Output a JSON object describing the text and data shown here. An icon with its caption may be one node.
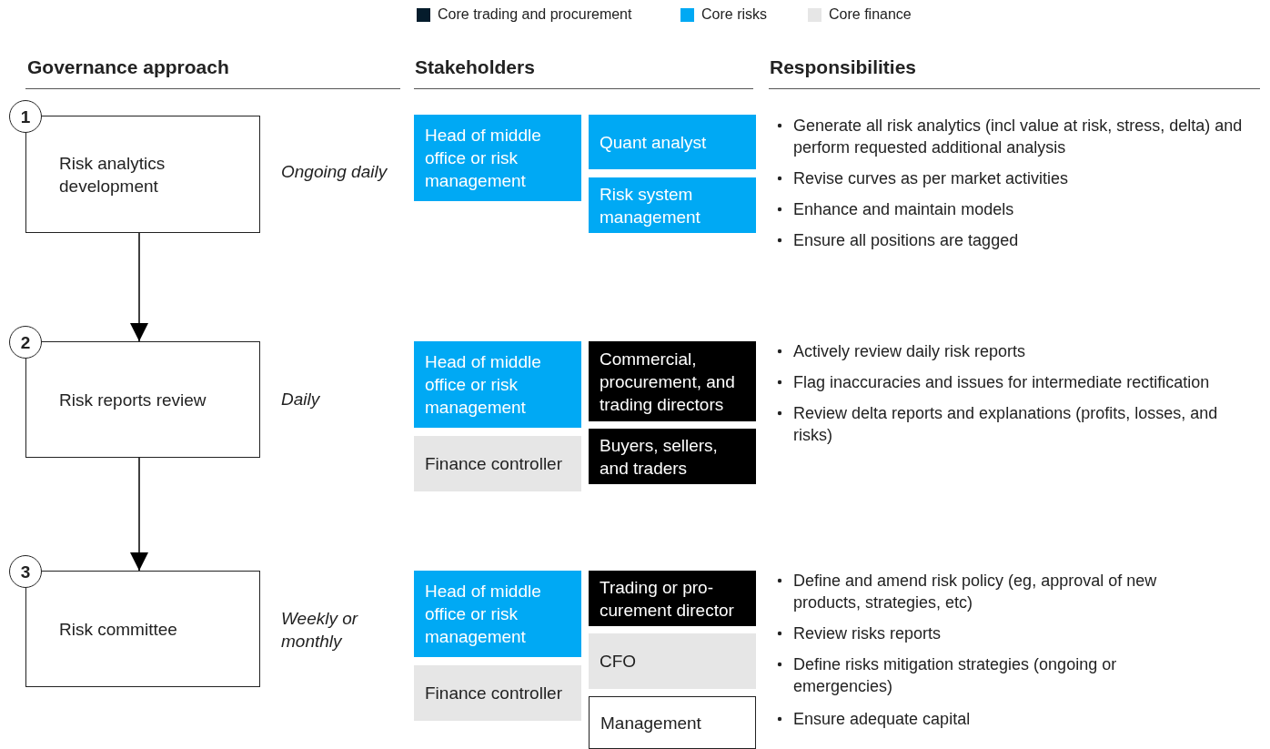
{
  "diagram": {
    "nodes": [
      {
        "text": [
          "1",
          "Risk analytics development"
        ],
        "beside": [
          "Ongoing daily"
        ]
      },
      {
        "text": [
          "Head of middle office or risk management"
        ]
      },
      {
        "text": [
          "Quant analyst"
        ]
      },
      {
        "text": [
          "Risk system management"
        ]
      },
      {
        "text": [
          "2",
          "Risk reports review"
        ],
        "beside": [
          "Daily"
        ]
      },
      {
        "text": [
          "Head of middle office or risk management"
        ]
      },
      {
        "text": [
          "Commercial, procurement, and trading directors"
        ]
      },
      {
        "text": [
          "Finance controller"
        ]
      },
      {
        "text": [
          "Buyers, sellers, and traders"
        ]
      },
      {
        "text": [
          "3",
          "Risk committee"
        ],
        "beside": [
          "Weekly or monthly"
        ]
      },
      {
        "text": [
          "Head of middle office or risk management"
        ]
      },
      {
        "text": [
          "Trading or pro-curement director"
        ]
      },
      {
        "text": [
          "CFO"
        ]
      },
      {
        "text": [
          "Finance controller"
        ]
      },
      {
        "text": [
          "Management"
        ]
      }
    ],
    "edges": [
      {
        "from": 0,
        "to": 4,
        "arrow": "to"
      },
      {
        "from": 4,
        "to": 9,
        "arrow": "to"
      }
    ],
    "labels": [
      "Governance approach",
      "Stakeholders",
      "Responsibilities",
      "Generate all risk analytics (incl value at risk, stress, delta) and perform requested additional analysis",
      "Revise curves as per market activities",
      "Enhance and maintain models",
      "Ensure all positions are tagged",
      "Actively review daily risk reports",
      "Flag inaccuracies and issues for intermediate rectification",
      "Review delta reports and explanations (profits, losses, and risks)",
      "Define and amend risk policy (eg, approval of new products, strategies, etc)",
      "Review risks reports",
      "Define risks mitigation strategies (ongoing or emergencies)",
      "Ensure adequate capital"
    ],
    "legend": [
      {
        "text": "Core trading and procurement",
        "color": "#051c2c"
      },
      {
        "text": "Core risks",
        "color": "#00a9f4"
      },
      {
        "text": "Core finance",
        "color": "#e6e6e6"
      }
    ]
  }
}
